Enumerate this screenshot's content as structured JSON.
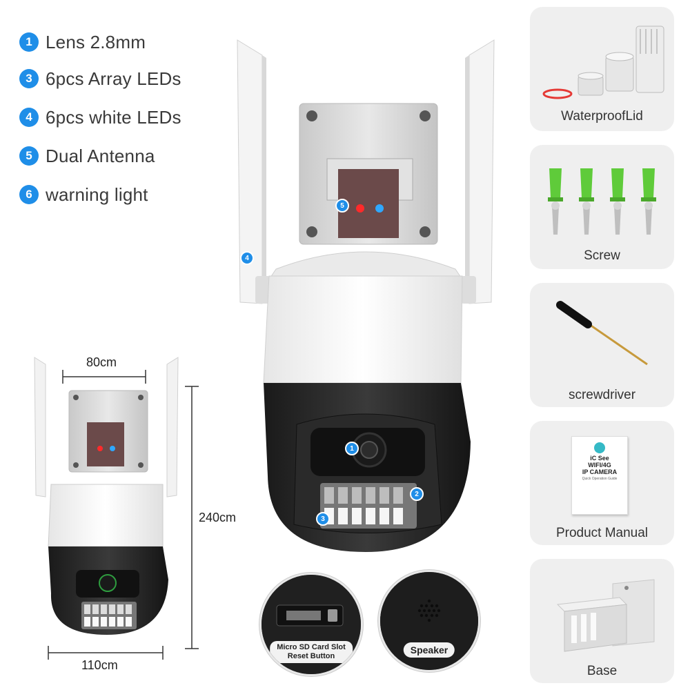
{
  "features": [
    {
      "num": "1",
      "text": "Lens 2.8mm"
    },
    {
      "num": "3",
      "text": "6pcs Array LEDs"
    },
    {
      "num": "4",
      "text": "6pcs white LEDs"
    },
    {
      "num": "5",
      "text": "Dual Antenna"
    },
    {
      "num": "6",
      "text": "warning light"
    }
  ],
  "camera_markers": {
    "m1": "1",
    "m2": "2",
    "m3": "3",
    "m4": "4",
    "m5": "5"
  },
  "dimensions": {
    "width_top": "80cm",
    "height": "240cm",
    "width_bottom": "110cm"
  },
  "callouts": {
    "sd_slot_line1": "Micro SD Card Slot",
    "sd_slot_line2": "Reset Button",
    "speaker": "Speaker"
  },
  "accessories": [
    {
      "label": "WaterproofLid"
    },
    {
      "label": "Screw"
    },
    {
      "label": "screwdriver"
    },
    {
      "label": "Product Manual"
    },
    {
      "label": "Base"
    }
  ],
  "manual": {
    "brand": "iC See",
    "title1": "WIFI/4G",
    "title2": "IP CAMERA",
    "subtitle": "Quick Operation Guide"
  },
  "colors": {
    "accent": "#1f8ee8",
    "screw_anchor": "#5fcb3a",
    "card_bg": "#efefef"
  }
}
